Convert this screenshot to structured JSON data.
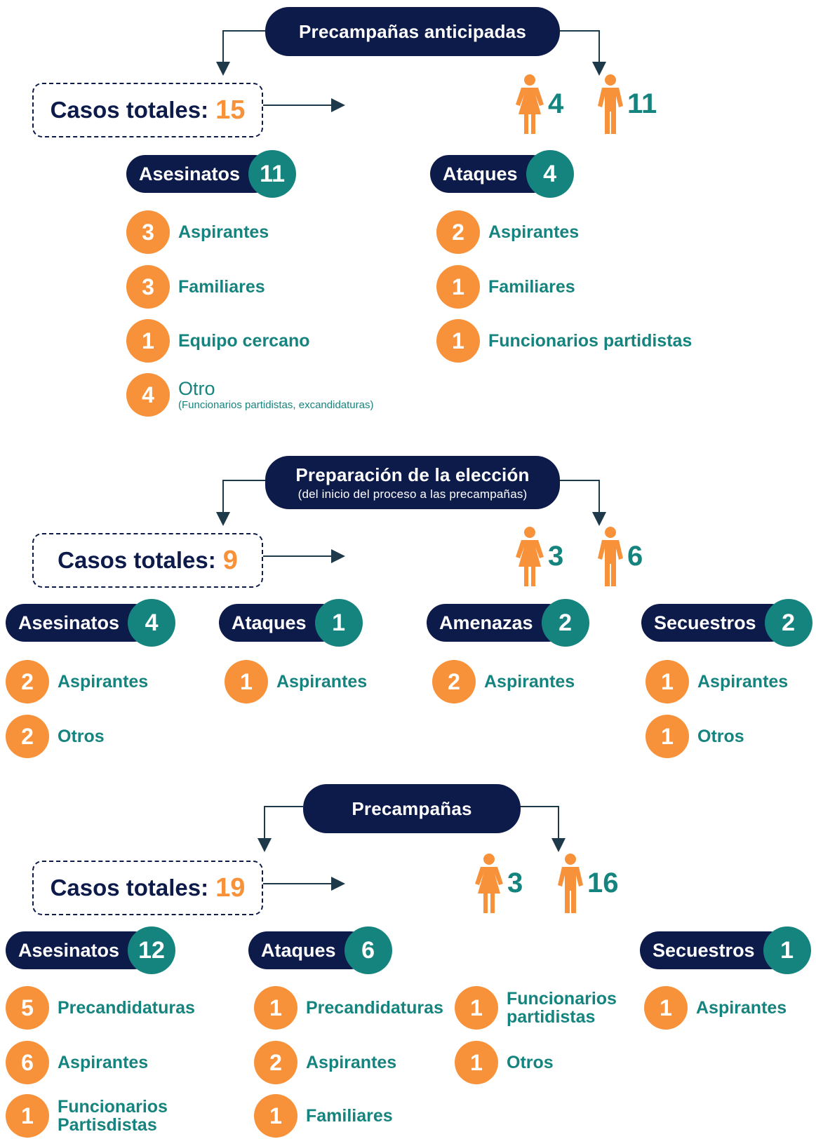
{
  "sections": [
    {
      "title": "Precampañas anticipadas",
      "subtitle": "",
      "total_label": "Casos totales:",
      "total": "15",
      "women": "4",
      "men": "11",
      "categories": [
        {
          "label": "Asesinatos",
          "count": "11",
          "items": [
            {
              "n": "3",
              "text": "Aspirantes"
            },
            {
              "n": "3",
              "text": "Familiares"
            },
            {
              "n": "1",
              "text": "Equipo cercano"
            },
            {
              "n": "4",
              "text": "Otro",
              "note": "(Funcionarios partidistas, excandidaturas)"
            }
          ]
        },
        {
          "label": "Ataques",
          "count": "4",
          "items": [
            {
              "n": "2",
              "text": "Aspirantes"
            },
            {
              "n": "1",
              "text": "Familiares"
            },
            {
              "n": "1",
              "text": "Funcionarios partidistas"
            }
          ]
        }
      ]
    },
    {
      "title": "Preparación de la elección",
      "subtitle": "(del inicio del proceso a las precampañas)",
      "total_label": "Casos totales:",
      "total": "9",
      "women": "3",
      "men": "6",
      "categories": [
        {
          "label": "Asesinatos",
          "count": "4",
          "items": [
            {
              "n": "2",
              "text": "Aspirantes"
            },
            {
              "n": "2",
              "text": "Otros"
            }
          ]
        },
        {
          "label": "Ataques",
          "count": "1",
          "items": [
            {
              "n": "1",
              "text": "Aspirantes"
            }
          ]
        },
        {
          "label": "Amenazas",
          "count": "2",
          "items": [
            {
              "n": "2",
              "text": "Aspirantes"
            }
          ]
        },
        {
          "label": "Secuestros",
          "count": "2",
          "items": [
            {
              "n": "1",
              "text": "Aspirantes"
            },
            {
              "n": "1",
              "text": "Otros"
            }
          ]
        }
      ]
    },
    {
      "title": "Precampañas",
      "subtitle": "",
      "total_label": "Casos totales:",
      "total": "19",
      "women": "3",
      "men": "16",
      "categories": [
        {
          "label": "Asesinatos",
          "count": "12",
          "items": [
            {
              "n": "5",
              "text": "Precandidaturas"
            },
            {
              "n": "6",
              "text": "Aspirantes"
            },
            {
              "n": "1",
              "text": "Funcionarios Partisdistas"
            }
          ]
        },
        {
          "label": "Ataques",
          "count": "6",
          "items": [
            {
              "n": "1",
              "text": "Precandidaturas"
            },
            {
              "n": "2",
              "text": "Aspirantes"
            },
            {
              "n": "1",
              "text": "Familiares"
            },
            {
              "n": "1",
              "text": "Funcionarios partidistas"
            },
            {
              "n": "1",
              "text": "Otros"
            }
          ]
        },
        {
          "label": "Secuestros",
          "count": "1",
          "items": [
            {
              "n": "1",
              "text": "Aspirantes"
            }
          ]
        }
      ]
    }
  ],
  "colors": {
    "navy": "#0d1b4b",
    "teal": "#16847e",
    "orange": "#f7923a"
  },
  "icons": [
    "woman-icon",
    "man-icon"
  ]
}
